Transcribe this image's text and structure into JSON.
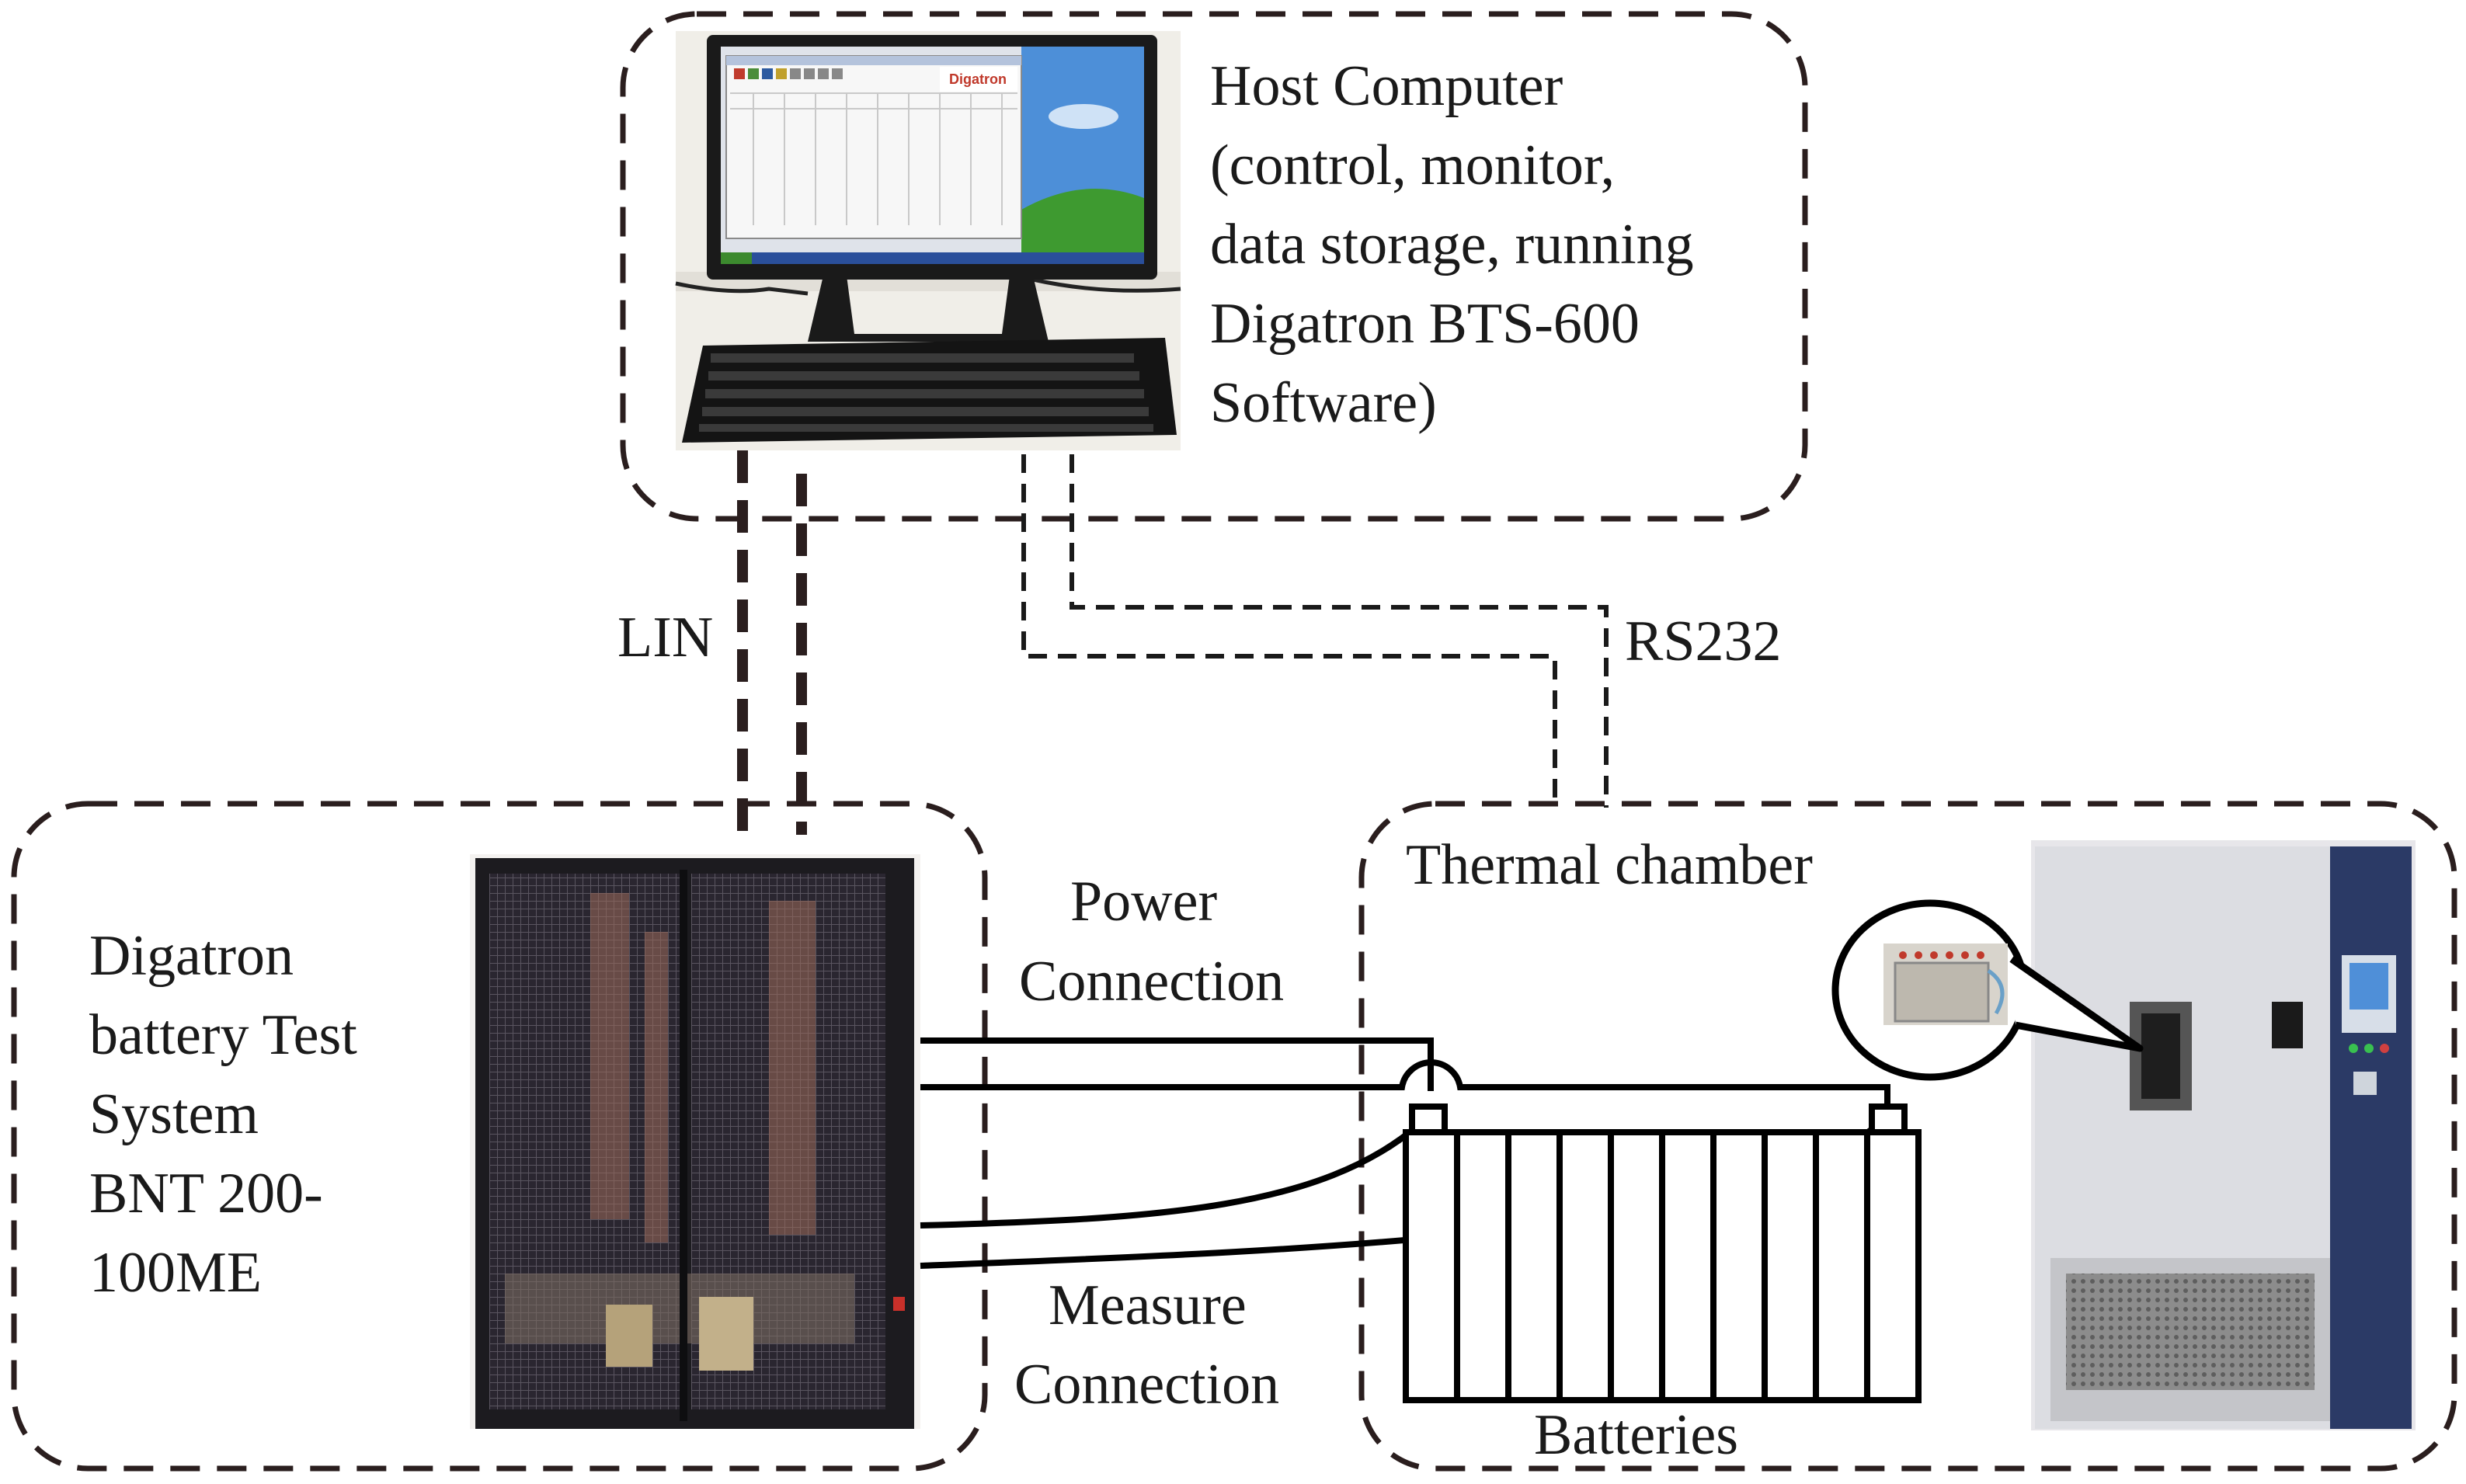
{
  "host": {
    "lines": [
      "Host Computer",
      "(control,  monitor,",
      "data storage, running",
      "Digatron BTS-600",
      "Software)"
    ],
    "monitor_brand": "Digatron"
  },
  "links": {
    "lin": "LIN",
    "rs232": "RS232",
    "power": [
      "Power",
      "Connection"
    ],
    "measure": [
      "Measure",
      "Connection"
    ]
  },
  "tester": {
    "lines": [
      "Digatron",
      "battery Test",
      "System",
      "BNT 200-",
      "100ME"
    ]
  },
  "chamber": {
    "title": "Thermal chamber",
    "batteries": "Batteries"
  },
  "colors": {
    "line": "#2a1e1e",
    "cabinet": "#1c1b1f",
    "chamber_body": "#dcdde2",
    "chamber_panel": "#2b3a66"
  }
}
